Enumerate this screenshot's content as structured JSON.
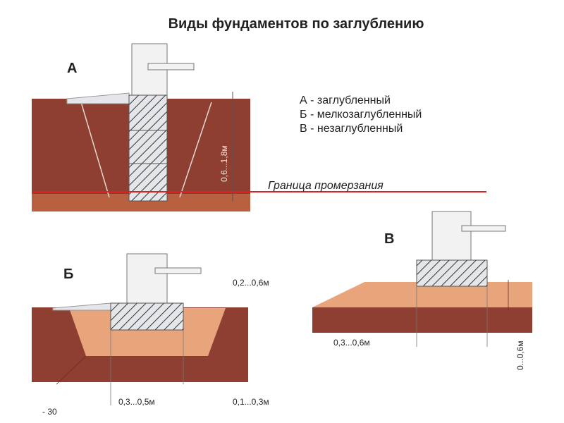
{
  "title": "Виды фундаментов по заглублению",
  "labels": {
    "a": "А",
    "b": "Б",
    "v": "В"
  },
  "legend": [
    "А - заглубленный",
    "Б - мелкозаглубленный",
    "В - незаглубленный"
  ],
  "frost_line_label": "Граница промерзания",
  "dimensions": {
    "a_depth": "0,6...1,8м",
    "b_top": "0,2...0,6м",
    "b_width": "0,3...0,5м",
    "b_side": "0,1...0,3м",
    "b_angle": "- 30",
    "v_width": "0,3...0,6м",
    "v_depth": "0...0,6м"
  },
  "colors": {
    "soil_dark": "#8f3f31",
    "soil_light": "#e8a57c",
    "frost_line": "#e02020",
    "concrete": "#e4e6ea"
  }
}
